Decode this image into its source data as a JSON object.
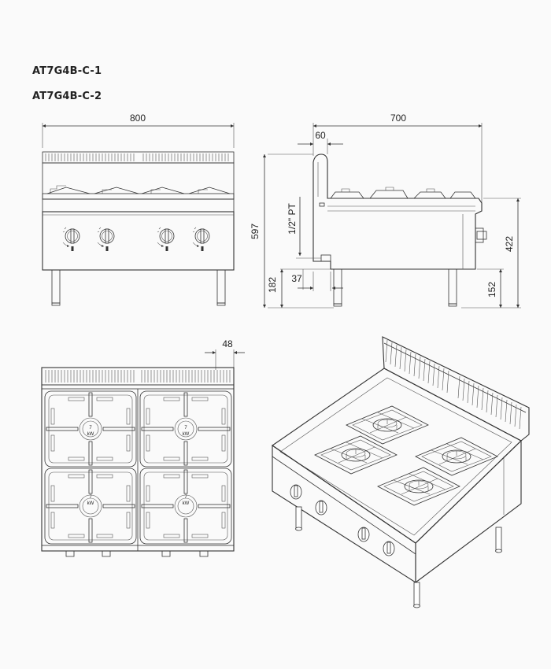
{
  "models": [
    "AT7G4B-C-1",
    "AT7G4B-C-2"
  ],
  "dimensions": {
    "front_width": "800",
    "side_depth": "700",
    "backsplash_depth": "60",
    "overall_height": "597",
    "gas_connection": "1/2\" PT",
    "leg_height": "182",
    "gas_offset": "37",
    "body_height": "422",
    "body_floor_clearance": "152",
    "top_rail": "48"
  },
  "burner": {
    "power_value": "7",
    "power_unit": "kW"
  }
}
